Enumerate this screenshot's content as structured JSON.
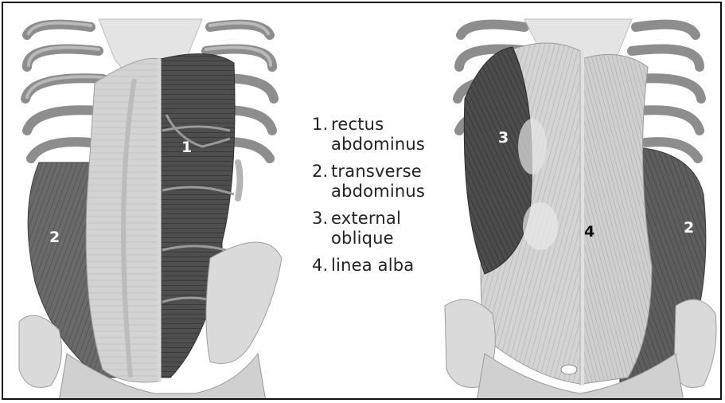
{
  "legend": [
    {
      "num": "1.",
      "lines": [
        "rectus",
        "abdominus"
      ]
    },
    {
      "num": "2.",
      "lines": [
        "transverse",
        "abdominus"
      ]
    },
    {
      "num": "3.",
      "lines": [
        "external",
        "oblique"
      ]
    },
    {
      "num": "4.",
      "lines": [
        "linea alba"
      ]
    }
  ],
  "left_figure": {
    "label_rectus": "1",
    "label_transverse": "2"
  },
  "right_figure": {
    "label_oblique": "3",
    "label_linea_alba": "4",
    "label_transverse": "2"
  },
  "colors": {
    "bone": "#dcdcdc",
    "rib": "#8a8a8a",
    "muscle_dark": "#4a4a4a",
    "muscle_mid": "#777777",
    "fascia": "#d6d6d6",
    "border": "#111111"
  }
}
